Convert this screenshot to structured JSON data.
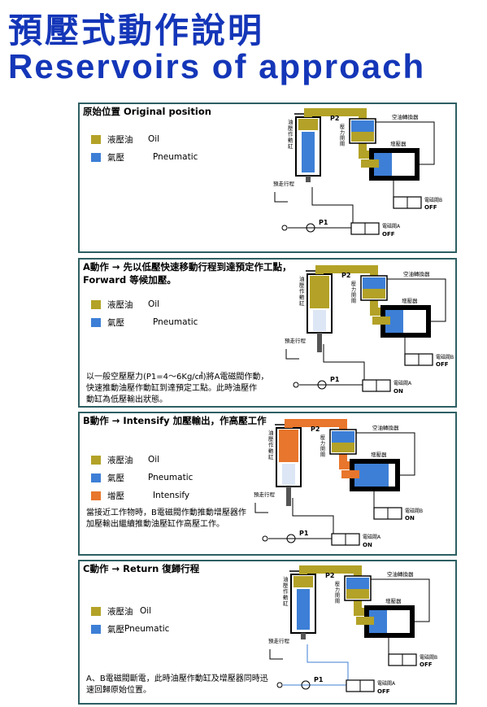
{
  "header": {
    "title_zh": "預壓式動作說明",
    "title_en": "Reservoirs of approach"
  },
  "colors": {
    "oil": "#b3a227",
    "pneumatic": "#3d7fd6",
    "intensify": "#e8762c",
    "panel_border": "#2d5f63",
    "title": "#1436b8"
  },
  "diagram_labels": {
    "oil_cylinder": "油壓作動缸",
    "approach_stroke": "預走行程",
    "converter": "空油轉換器",
    "booster": "增壓器",
    "p2": "P2",
    "pressure_switch": "壓力開關",
    "p1": "P1",
    "valve_b": "電磁閥B",
    "valve_a": "電磁閥A",
    "on": "ON",
    "off": "OFF"
  },
  "panels": [
    {
      "title": "原始位置 Original position",
      "title2": "",
      "legend": [
        {
          "swatch": "oil",
          "zh": "液壓油",
          "en": "Oil"
        },
        {
          "swatch": "pneumatic",
          "zh": "氣壓",
          "en": "Pneumatic"
        }
      ],
      "description": "",
      "valve_b_state": "OFF",
      "valve_a_state": "OFF"
    },
    {
      "title": "A動作 → 先以低壓快速移動行程到達預定作工點，",
      "title2": "Forward 等候加壓。",
      "legend": [
        {
          "swatch": "oil",
          "zh": "液壓油",
          "en": "Oil"
        },
        {
          "swatch": "pneumatic",
          "zh": "氣壓",
          "en": "Pneumatic"
        }
      ],
      "description": "以一般空壓壓力(P1=4～6Kg/㎠)將A電磁閥作動，\n快速推動油壓作動缸到達預定工點。此時油壓作\n動缸為低壓輸出狀態。",
      "valve_b_state": "OFF",
      "valve_a_state": "ON"
    },
    {
      "title": "B動作 → Intensify 加壓輸出，作高壓工作",
      "title2": "",
      "legend": [
        {
          "swatch": "oil",
          "zh": "液壓油",
          "en": "Oil"
        },
        {
          "swatch": "pneumatic",
          "zh": "氣壓",
          "en": "Pneumatic"
        },
        {
          "swatch": "intensify",
          "zh": "增壓",
          "en": "Intensify"
        }
      ],
      "description": "當接近工作物時，B電磁閥作動推動增壓器作\n加壓輸出繼續推動油壓缸作高壓工作。",
      "valve_b_state": "ON",
      "valve_a_state": "ON"
    },
    {
      "title": "C動作 → Return 復歸行程",
      "title2": "",
      "legend": [
        {
          "swatch": "oil",
          "zh": "液壓油",
          "en": "Oil"
        },
        {
          "swatch": "pneumatic",
          "zh": "氣壓",
          "en": "Pneumatic"
        }
      ],
      "description": "A、B電磁閥斷電，此時油壓作動缸及增壓器同時迅\n速回歸原始位置。",
      "valve_b_state": "OFF",
      "valve_a_state": "OFF"
    }
  ]
}
